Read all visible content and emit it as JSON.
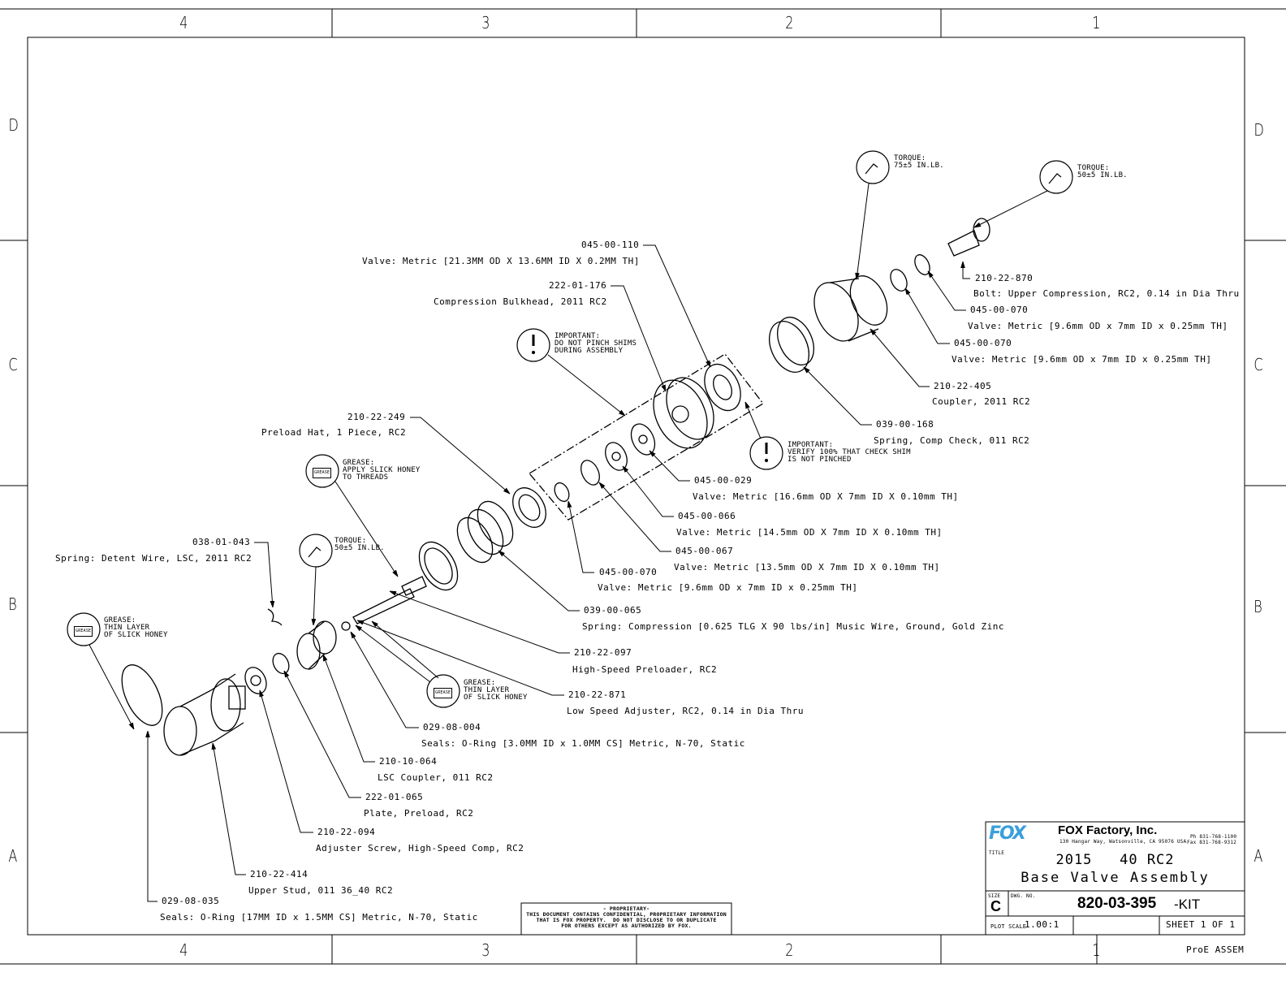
{
  "zones": {
    "columns": [
      "4",
      "3",
      "2",
      "1"
    ],
    "rows": [
      "D",
      "C",
      "B",
      "A"
    ]
  },
  "callouts": [
    {
      "part": "045-00-110",
      "desc": "Valve: Metric [21.3MM OD X 13.6MM ID X 0.2MM TH]"
    },
    {
      "part": "222-01-176",
      "desc": "Compression Bulkhead, 2011 RC2"
    },
    {
      "part": "210-22-870",
      "desc": "Bolt: Upper Compression, RC2, 0.14 in Dia Thru"
    },
    {
      "part": "045-00-070",
      "desc": "Valve: Metric [9.6mm OD x 7mm ID x 0.25mm TH]"
    },
    {
      "part": "045-00-070",
      "desc": "Valve: Metric [9.6mm OD x 7mm ID x 0.25mm TH]"
    },
    {
      "part": "210-22-405",
      "desc": "Coupler, 2011 RC2"
    },
    {
      "part": "039-00-168",
      "desc": "Spring, Comp Check, 011 RC2"
    },
    {
      "part": "210-22-249",
      "desc": "Preload Hat, 1 Piece, RC2"
    },
    {
      "part": "045-00-029",
      "desc": "Valve: Metric [16.6mm OD X 7mm ID X 0.10mm TH]"
    },
    {
      "part": "045-00-066",
      "desc": "Valve: Metric [14.5mm OD X 7mm ID X 0.10mm TH]"
    },
    {
      "part": "045-00-067",
      "desc": "Valve: Metric [13.5mm OD X 7mm ID X 0.10mm TH]"
    },
    {
      "part": "045-00-070",
      "desc": "Valve: Metric [9.6mm OD x 7mm ID x 0.25mm TH]"
    },
    {
      "part": "038-01-043",
      "desc": "Spring: Detent Wire, LSC, 2011 RC2"
    },
    {
      "part": "039-00-065",
      "desc": "Spring: Compression [0.625 TLG X 90 lbs/in] Music Wire, Ground, Gold Zinc"
    },
    {
      "part": "210-22-097",
      "desc": "High-Speed Preloader, RC2"
    },
    {
      "part": "210-22-871",
      "desc": "Low Speed Adjuster, RC2, 0.14 in Dia Thru"
    },
    {
      "part": "029-08-004",
      "desc": "Seals: O-Ring [3.0MM ID x 1.0MM CS] Metric, N-70, Static"
    },
    {
      "part": "210-10-064",
      "desc": "LSC Coupler, 011 RC2"
    },
    {
      "part": "222-01-065",
      "desc": "Plate, Preload, RC2"
    },
    {
      "part": "210-22-094",
      "desc": "Adjuster Screw, High-Speed Comp, RC2"
    },
    {
      "part": "210-22-414",
      "desc": "Upper Stud, 011 36_40 RC2"
    },
    {
      "part": "029-08-035",
      "desc": "Seals: O-Ring [17MM ID x 1.5MM CS] Metric, N-70, Static"
    }
  ],
  "notes": [
    {
      "type": "torque-icon",
      "text": "TORQUE:\n75±5 IN.LB."
    },
    {
      "type": "torque-icon",
      "text": "TORQUE:\n50±5 IN.LB."
    },
    {
      "type": "torque-icon",
      "text": "TORQUE:\n50±5 IN.LB."
    },
    {
      "type": "important-icon",
      "text": "IMPORTANT:\nDO NOT PINCH SHIMS\nDURING ASSEMBLY"
    },
    {
      "type": "important-icon",
      "text": "IMPORTANT:\nVERIFY 100% THAT CHECK SHIM\nIS NOT PINCHED"
    },
    {
      "type": "grease-icon",
      "text": "GREASE:\nAPPLY SLICK HONEY\nTO THREADS"
    },
    {
      "type": "grease-icon",
      "text": "GREASE:\nTHIN LAYER\nOF SLICK HONEY"
    },
    {
      "type": "grease-icon",
      "text": "GREASE:\nTHIN LAYER\nOF SLICK HONEY"
    }
  ],
  "grease_badge": "GREASE",
  "proprietary": "- PROPRIETARY-\nTHIS DOCUMENT CONTAINS CONFIDENTIAL, PROPRIETARY INFORMATION\nTHAT IS FOX PROPERTY.  DO NOT DISCLOSE TO OR DUPLICATE\nFOR OTHERS EXCEPT AS AUTHORIZED BY FOX.",
  "title_block": {
    "logo": "FOX",
    "company": "FOX Factory, Inc.",
    "address": "130 Hangar Way, Watsonville, CA 95076 USA",
    "phone": "Ph 831-768-1100",
    "fax": "Fax 831-768-9312",
    "title_label": "TITLE",
    "title_line1": "2015   40 RC2",
    "title_line2": "Base Valve Assembly",
    "size_label": "SIZE",
    "size": "C",
    "dwg_label": "DWG. NO.",
    "dwg_no": "820-03-395",
    "dwg_suffix": "-KIT",
    "plot_scale_label": "PLOT SCALE",
    "plot_scale": "1.00:1",
    "sheet": "SHEET 1 OF 1",
    "software": "ProE ASSEM"
  }
}
